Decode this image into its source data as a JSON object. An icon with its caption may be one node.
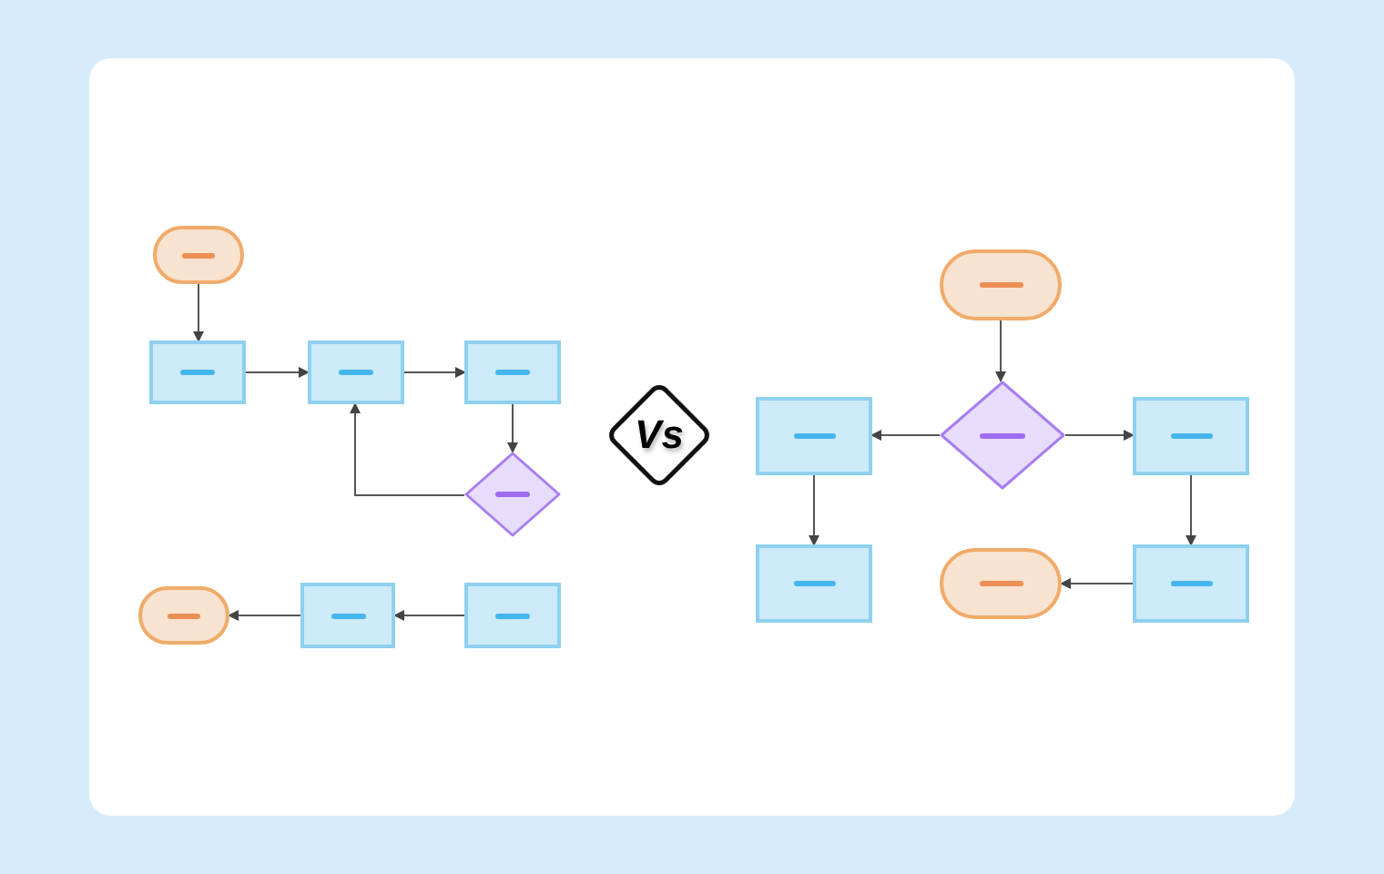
{
  "diagram": {
    "nodes": [
      {
        "text": [],
        "shape": "pill"
      },
      {
        "text": [],
        "shape": "box"
      },
      {
        "text": [],
        "shape": "box"
      },
      {
        "text": [],
        "shape": "box"
      },
      {
        "text": [],
        "shape": "diamond"
      },
      {
        "text": [],
        "shape": "pill"
      },
      {
        "text": [],
        "shape": "box"
      },
      {
        "text": [],
        "shape": "box"
      },
      {
        "text": [
          "Vs"
        ]
      },
      {
        "text": [],
        "shape": "pill"
      },
      {
        "text": [],
        "shape": "box"
      },
      {
        "text": [],
        "shape": "diamond"
      },
      {
        "text": [],
        "shape": "box"
      },
      {
        "text": [],
        "shape": "box"
      },
      {
        "text": [],
        "shape": "pill"
      },
      {
        "text": [],
        "shape": "box"
      }
    ],
    "edges": [
      {
        "from": 0,
        "to": 1,
        "arrow": "to"
      },
      {
        "from": 1,
        "to": 2,
        "arrow": "to"
      },
      {
        "from": 2,
        "to": 3,
        "arrow": "to"
      },
      {
        "from": 3,
        "to": 4,
        "arrow": "to"
      },
      {
        "from": 4,
        "to": 2,
        "arrow": "to"
      },
      {
        "from": 7,
        "to": 6,
        "arrow": "to"
      },
      {
        "from": 6,
        "to": 5,
        "arrow": "to"
      },
      {
        "from": 9,
        "to": 11,
        "arrow": "to"
      },
      {
        "from": 11,
        "to": 10,
        "arrow": "to"
      },
      {
        "from": 11,
        "to": 12,
        "arrow": "to"
      },
      {
        "from": 10,
        "to": 13,
        "arrow": "to"
      },
      {
        "from": 12,
        "to": 15,
        "arrow": "to"
      },
      {
        "from": 15,
        "to": 14,
        "arrow": "to"
      }
    ]
  }
}
